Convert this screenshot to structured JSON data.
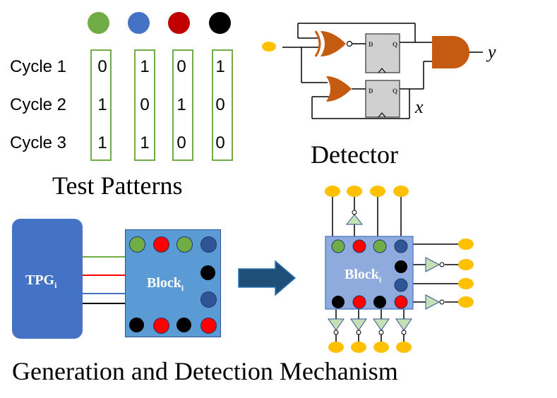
{
  "test_patterns": {
    "title": "Test Patterns",
    "column_colors": [
      "#70ad47",
      "#4472c4",
      "#c00000",
      "#000000"
    ],
    "rows": [
      {
        "label": "Cycle 1",
        "bits": [
          "0",
          "1",
          "0",
          "1"
        ]
      },
      {
        "label": "Cycle 2",
        "bits": [
          "1",
          "0",
          "1",
          "0"
        ]
      },
      {
        "label": "Cycle 3",
        "bits": [
          "1",
          "1",
          "0",
          "0"
        ]
      }
    ]
  },
  "detector": {
    "title": "Detector",
    "output_label": "y",
    "feedback_label": "x",
    "ff_d_label": "D",
    "ff_q_label": "Q"
  },
  "mechanism": {
    "title": "Generation and Detection Mechanism",
    "tpg_label": "TPG",
    "tpg_subscript": "i",
    "block_label": "Block",
    "block_subscript": "i",
    "wire_colors": [
      "#70ad47",
      "#ff0000",
      "#4472c4",
      "#000000"
    ]
  },
  "colors": {
    "green": "#70ad47",
    "blue": "#4472c4",
    "red": "#ff0000",
    "dark_red": "#c00000",
    "black": "#000000",
    "orange_gate": "#c55a11",
    "yellow_pin": "#ffc000",
    "tpg_fill": "#4472c4",
    "block_fill": "#5b9bd5",
    "arrow_fill": "#1f4e79"
  }
}
